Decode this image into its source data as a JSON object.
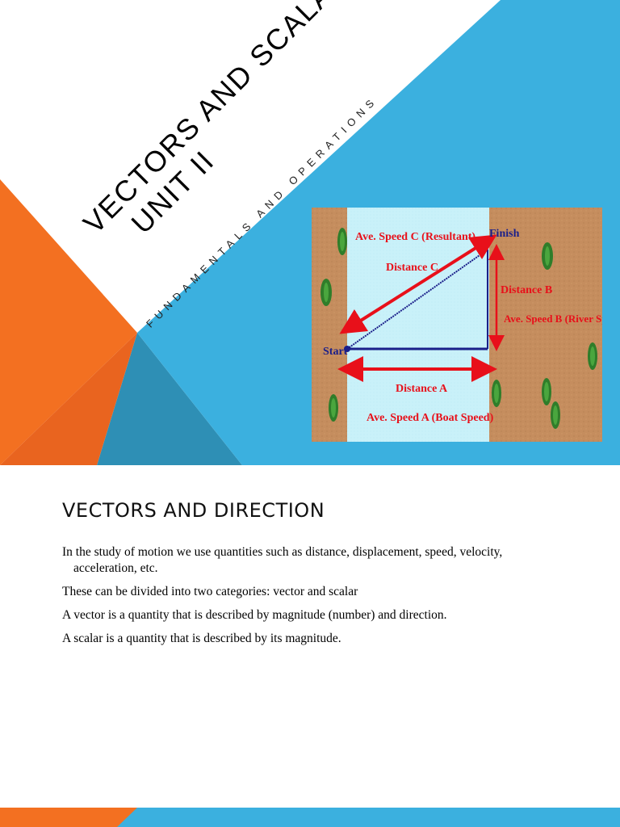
{
  "slide1": {
    "title_line1": "Vectors and Scalars",
    "title_line2": "Unit II",
    "subtitle": "Fundamentals and Operations",
    "diagram": {
      "label_speed_c": "Ave. Speed C (Resultant)",
      "label_distance_c": "Distance C",
      "label_finish": "Finish",
      "label_distance_b": "Distance B",
      "label_speed_b": "Ave. Speed B (River Speed)",
      "label_start": "Start",
      "label_distance_a": "Distance A",
      "label_speed_a": "Ave. Speed A (Boat Speed)"
    },
    "colors": {
      "orange": "#f37021",
      "blue": "#3bb0df",
      "teal": "#2e8fb5",
      "bank": "#c58d5e",
      "river": "#c9f1f9",
      "label_red": "#e8101a",
      "label_blue": "#1a1f8a"
    }
  },
  "slide2": {
    "title": "Vectors and Direction",
    "paragraphs": [
      "In the study of motion we use quantities such as distance, displacement, speed, velocity, acceleration, etc.",
      "These can be divided into two categories:  vector and scalar",
      "A vector is a quantity that is described by magnitude (number) and direction.",
      "A scalar is a quantity that is described by its magnitude."
    ]
  }
}
